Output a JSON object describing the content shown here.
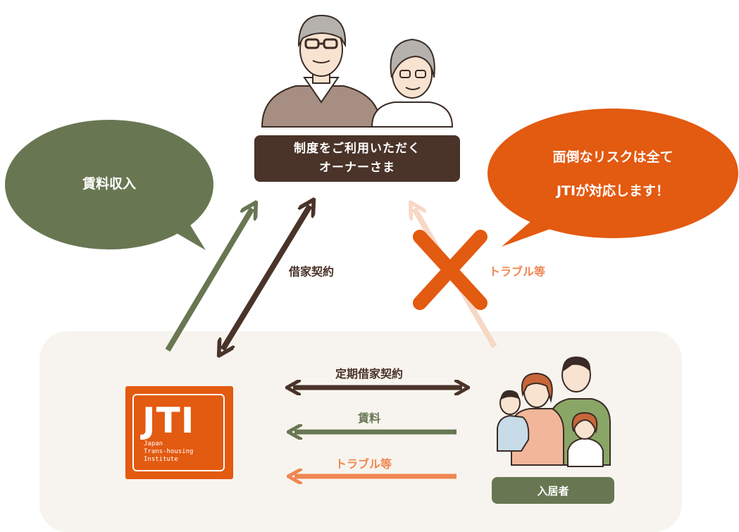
{
  "owner": {
    "line1": "制度をご利用いただく",
    "line2": "オーナーさま"
  },
  "rent_bubble": {
    "text": "賃料収入",
    "color": "#687752"
  },
  "risk_bubble": {
    "line1": "面倒なリスクは全て",
    "line2": "JTIが対応します！",
    "color": "#e35a11"
  },
  "labels": {
    "lease_contract": "借家契約",
    "trouble_top": "トラブル等",
    "fixed_term_lease": "定期借家契約",
    "rent": "賃料",
    "trouble_bottom": "トラブル等"
  },
  "logo": {
    "mark": "JTI",
    "sub1": "Japan",
    "sub2": "Trans-housing",
    "sub3": "Institute"
  },
  "resident": {
    "label": "入居者"
  },
  "colors": {
    "dark_brown": "#4a3329",
    "olive": "#687752",
    "orange": "#e35a11",
    "light_orange": "#ef8752",
    "pale_orange": "#f7d7c5",
    "panel_bg": "#f7f4ef"
  },
  "icons": [
    "elderly-man-icon",
    "elderly-woman-icon",
    "family-icon",
    "cross-mark-icon"
  ]
}
